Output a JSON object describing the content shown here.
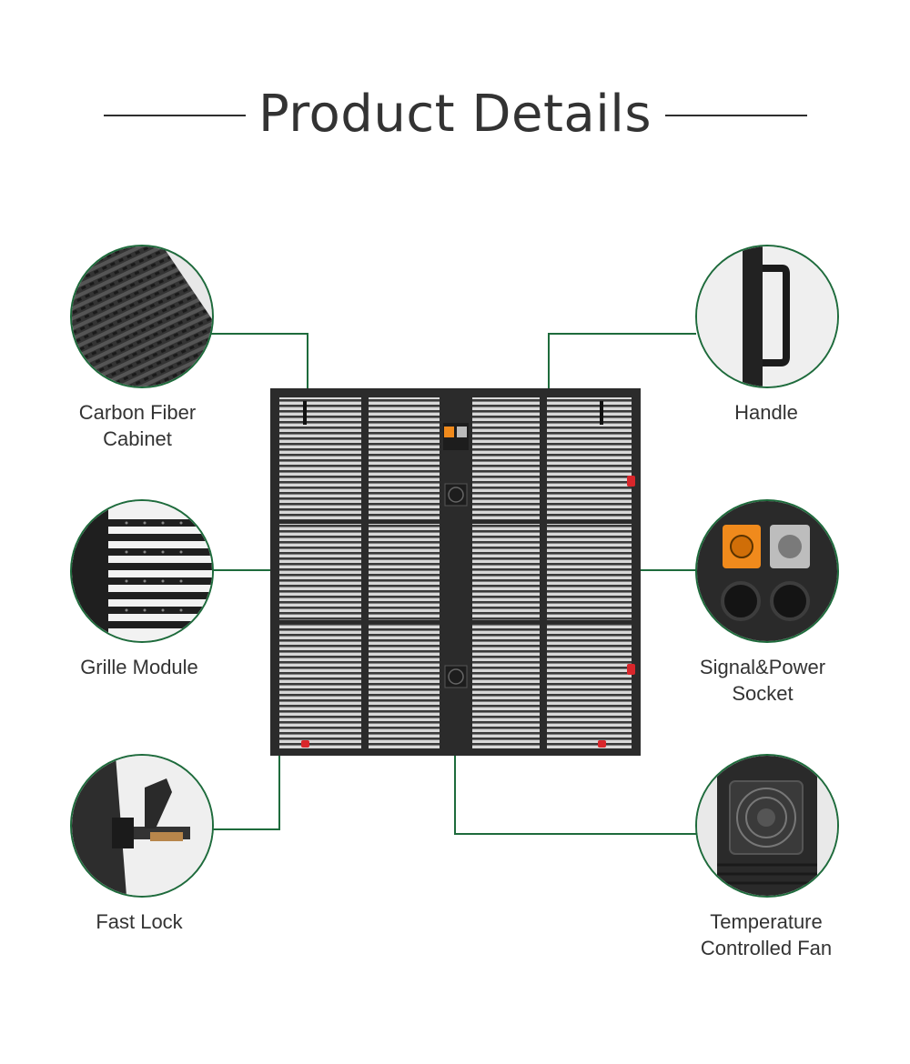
{
  "header": {
    "title": "Product Details"
  },
  "features": [
    {
      "label": "Carbon Fiber\nCabinet",
      "icon": "carbon-fiber-closeup"
    },
    {
      "label": "Grille Module",
      "icon": "grille-module-closeup"
    },
    {
      "label": "Fast Lock",
      "icon": "fast-lock-closeup"
    },
    {
      "label": "Handle",
      "icon": "handle-closeup"
    },
    {
      "label": "Signal&Power\nSocket",
      "icon": "socket-closeup"
    },
    {
      "label": "Temperature\nControlled Fan",
      "icon": "fan-closeup"
    }
  ],
  "colors": {
    "accent": "#1e6b3c",
    "text": "#333333",
    "cabinet": "#2b2b2b",
    "lock_red": "#d9262b",
    "socket_orange": "#f08a1c"
  }
}
